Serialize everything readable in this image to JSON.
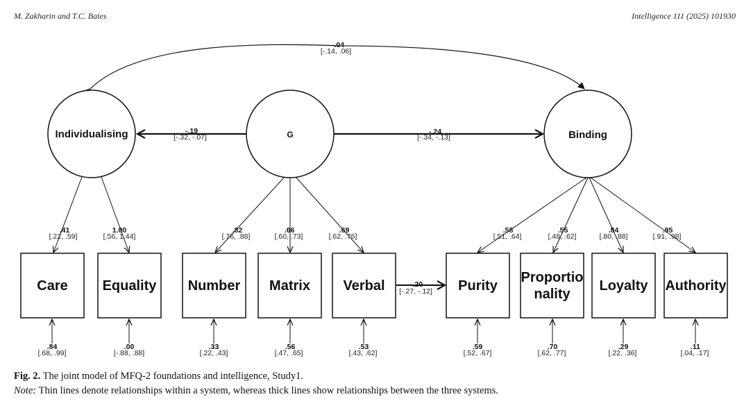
{
  "header": {
    "authors": "M. Zakharin and T.C. Bates",
    "journal": "Intelligence 111 (2025) 101930"
  },
  "latents": {
    "individualising": "Individualising",
    "g": "G",
    "binding": "Binding"
  },
  "indicators": {
    "care": "Care",
    "equality": "Equality",
    "number": "Number",
    "matrix": "Matrix",
    "verbal": "Verbal",
    "purity": "Purity",
    "proportionality_1": "Proportio",
    "proportionality_2": "nality",
    "loyalty": "Loyalty",
    "authority": "Authority"
  },
  "paths": {
    "ind_binding": {
      "coef": "-.04",
      "ci": "[-.14, .06]"
    },
    "g_ind": {
      "coef": "-.19",
      "ci": "[-.32, -.07]"
    },
    "g_binding": {
      "coef": "-.24",
      "ci": "[-.34, -.13]"
    },
    "verbal_purity": {
      "coef": "-.20",
      "ci": "[-.27, -.12]"
    }
  },
  "loadings": {
    "care": {
      "coef": ".41",
      "ci": "[.22, .59]"
    },
    "equality": {
      "coef": "1.00",
      "ci": "[.56, 1.44]"
    },
    "number": {
      "coef": ".82",
      "ci": "[.76, .88]"
    },
    "matrix": {
      "coef": ".66",
      "ci": "[.60, .73]"
    },
    "verbal": {
      "coef": ".69",
      "ci": "[.62, .76]"
    },
    "purity": {
      "coef": ".58",
      "ci": "[.51, .64]"
    },
    "proportionality": {
      "coef": ".55",
      "ci": "[.48, .62]"
    },
    "loyalty": {
      "coef": ".84",
      "ci": "[.80, .88]"
    },
    "authority": {
      "coef": ".95",
      "ci": "[.91, .98]"
    }
  },
  "residuals": {
    "care": {
      "coef": ".84",
      "ci": "[.68, .99]"
    },
    "equality": {
      "coef": ".00",
      "ci": "[-.88, .88]"
    },
    "number": {
      "coef": ".33",
      "ci": "[.22, .43]"
    },
    "matrix": {
      "coef": ".56",
      "ci": "[.47, .65]"
    },
    "verbal": {
      "coef": ".53",
      "ci": "[.43, .62]"
    },
    "purity": {
      "coef": ".59",
      "ci": "[.52, .67]"
    },
    "proportionality": {
      "coef": ".70",
      "ci": "[.62, .77]"
    },
    "loyalty": {
      "coef": ".29",
      "ci": "[.22, .36]"
    },
    "authority": {
      "coef": ".11",
      "ci": "[.04, .17]"
    }
  },
  "caption": {
    "fig_label": "Fig. 2.",
    "fig_text": " The joint model of MFQ-2 foundations and intelligence, Study1.",
    "note_label": "Note:",
    "note_text": " Thin lines denote relationships within a system, whereas thick lines show relationships between the three systems."
  }
}
